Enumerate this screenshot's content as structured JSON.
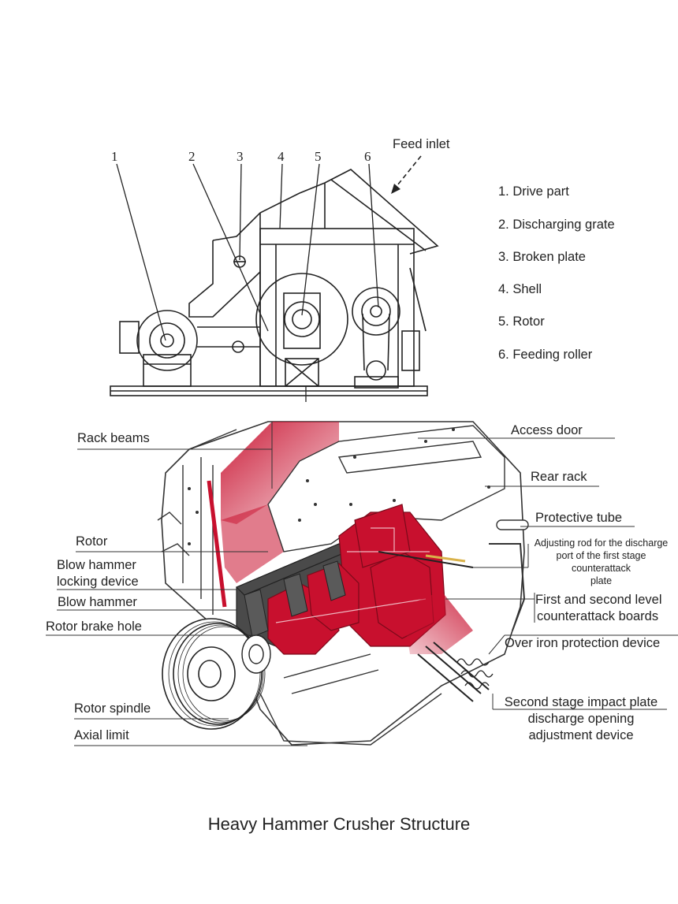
{
  "top_diagram": {
    "numbers": [
      "1",
      "2",
      "3",
      "4",
      "5",
      "6"
    ],
    "feed_label": "Feed inlet"
  },
  "legend": [
    "1. Drive part",
    "2. Discharging grate",
    "3. Broken plate",
    "4. Shell",
    "5. Rotor",
    "6. Feeding roller"
  ],
  "callouts": {
    "rack_beams": "Rack beams",
    "rotor": "Rotor",
    "blow_hammer_locking_1": "Blow hammer",
    "blow_hammer_locking_2": "locking device",
    "blow_hammer": "Blow hammer",
    "rotor_brake_hole": "Rotor brake hole",
    "rotor_spindle": "Rotor spindle",
    "axial_limit": "Axial limit",
    "access_door": "Access door",
    "rear_rack": "Rear rack",
    "protective_tube": "Protective tube",
    "adjusting_rod_1": "Adjusting rod for the discharge",
    "adjusting_rod_2": "port of the first stage",
    "adjusting_rod_3": "counterattack",
    "adjusting_rod_4": "plate",
    "counterattack_1": "First and second level",
    "counterattack_2": "counterattack boards",
    "over_iron": "Over iron protection device",
    "second_stage_1": "Second stage impact plate",
    "second_stage_2": "discharge opening",
    "second_stage_3": "adjustment device"
  },
  "caption": "Heavy Hammer Crusher Structure",
  "colors": {
    "accent_red": "#c8102e",
    "line": "#222222",
    "rotor_gray": "#4a4a4a"
  }
}
